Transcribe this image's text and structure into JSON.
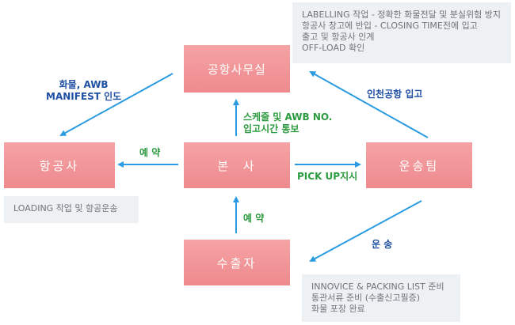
{
  "nodes": {
    "airline_office": "공항사무실",
    "airline": "항공사",
    "headquarters": "본  사",
    "transport_team": "운송팀",
    "exporter": "수출자"
  },
  "notes": {
    "top_right": [
      "LABELLING 작업 - 정확한 화물전달 및 분실위험 방지",
      "항공사 창고에 반입 - CLOSING TIME전에 입고",
      "출고 및 항공사 인계",
      "OFF-LOAD 확인"
    ],
    "left": [
      "LOADING 작업 및 항공운송"
    ],
    "bottom_right": [
      "INNOVICE & PACKING LIST 준비",
      "통관서류 준비 (수출신고필증)",
      "화물 포장 완료"
    ]
  },
  "labels": {
    "cargo_awb_line1": "화물, AWB",
    "cargo_awb_line2": "MANIFEST 인도",
    "incheon": "인천공항 입고",
    "schedule_line1": "스케줄 및 AWB NO.",
    "schedule_line2": "입고시간 통보",
    "reservation_left": "예 약",
    "pickup": "PICK UP지시",
    "reservation_bottom": "예 약",
    "transport": "운 송"
  },
  "colors": {
    "node_fill": "#ef9093",
    "arrow_blue": "#2a9be0",
    "label_blue": "#1f4fa3",
    "label_green": "#2c9a3f",
    "note_bg": "#eef1f4"
  }
}
